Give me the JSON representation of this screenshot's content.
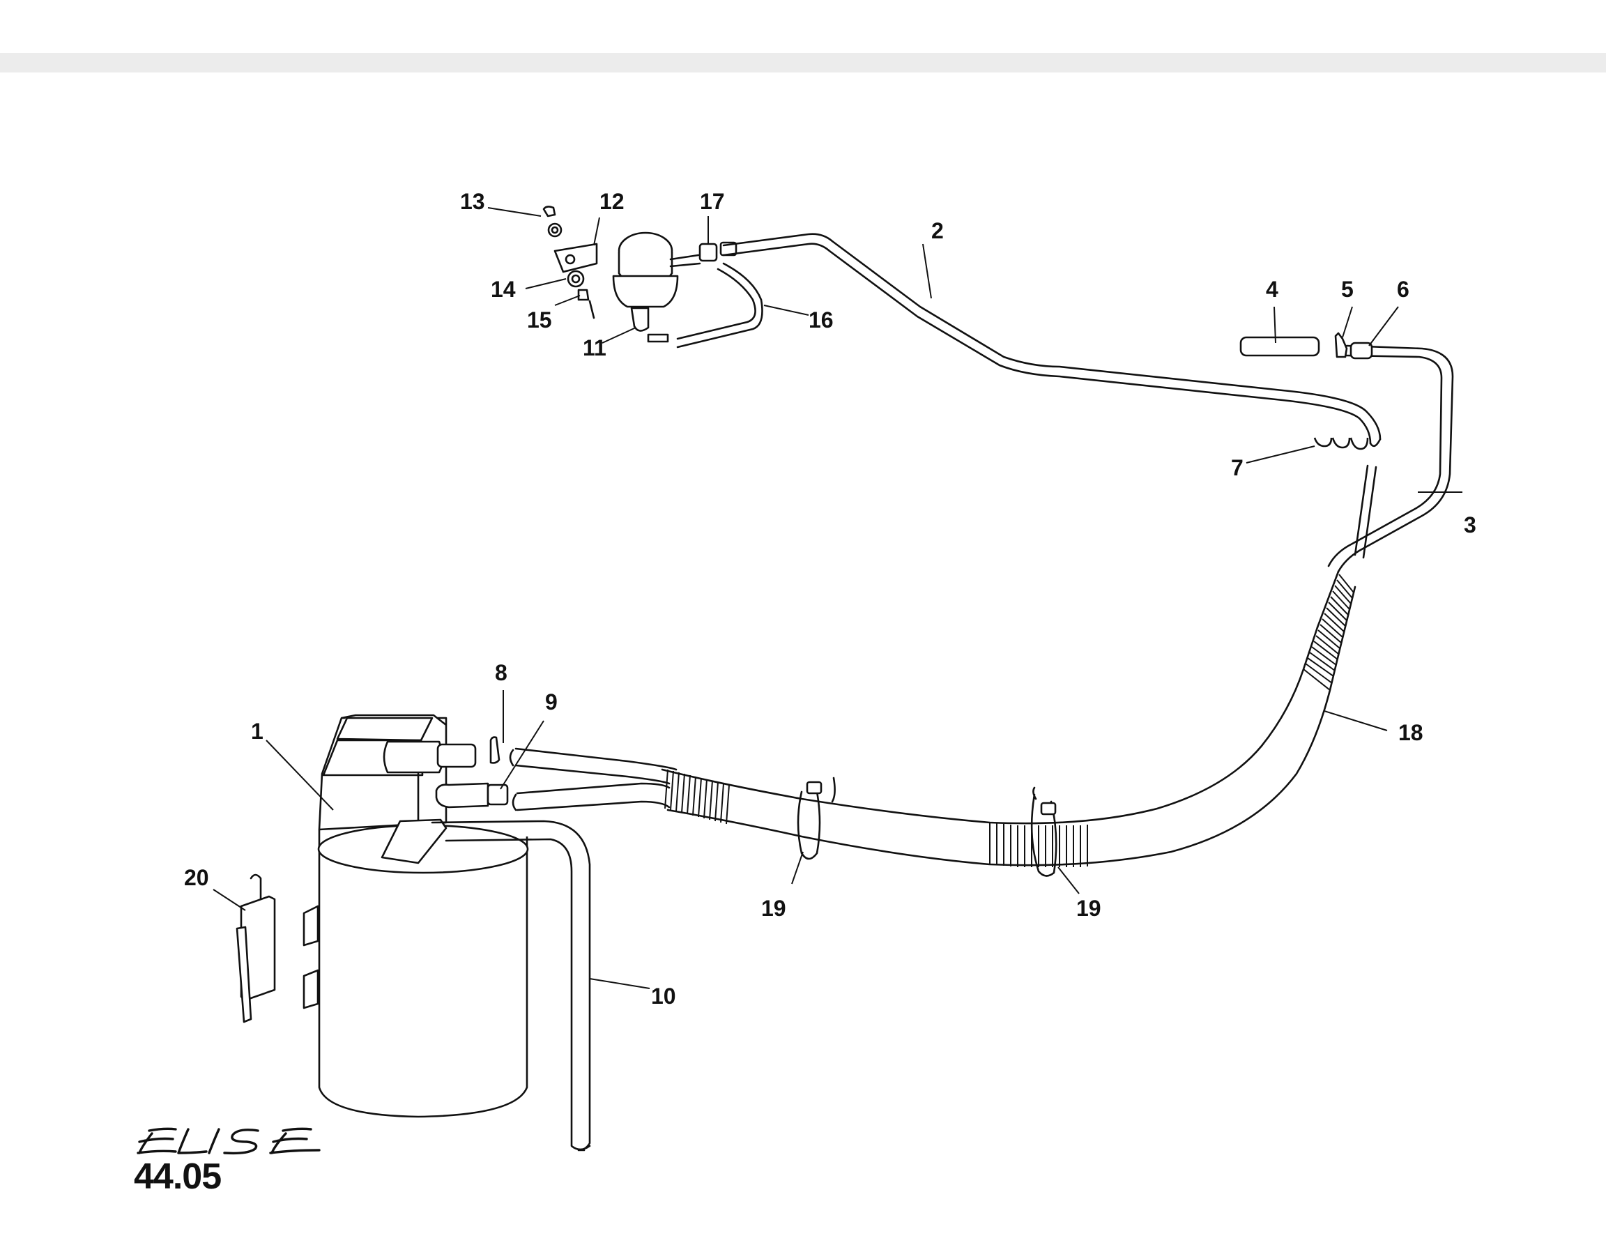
{
  "diagram": {
    "callouts": [
      {
        "id": "c1",
        "text": "1"
      },
      {
        "id": "c2",
        "text": "2"
      },
      {
        "id": "c3",
        "text": "3"
      },
      {
        "id": "c4",
        "text": "4"
      },
      {
        "id": "c5",
        "text": "5"
      },
      {
        "id": "c6",
        "text": "6"
      },
      {
        "id": "c7",
        "text": "7"
      },
      {
        "id": "c8",
        "text": "8"
      },
      {
        "id": "c9",
        "text": "9"
      },
      {
        "id": "c10",
        "text": "10"
      },
      {
        "id": "c11",
        "text": "11"
      },
      {
        "id": "c12",
        "text": "12"
      },
      {
        "id": "c13",
        "text": "13"
      },
      {
        "id": "c14",
        "text": "14"
      },
      {
        "id": "c15",
        "text": "15"
      },
      {
        "id": "c16",
        "text": "16"
      },
      {
        "id": "c17",
        "text": "17"
      },
      {
        "id": "c18",
        "text": "18"
      },
      {
        "id": "c19a",
        "text": "19"
      },
      {
        "id": "c19b",
        "text": "19"
      },
      {
        "id": "c20",
        "text": "20"
      }
    ],
    "logo_text": "ELISE",
    "page_number": "44.05"
  },
  "colors": {
    "line": "#111111",
    "background": "#ffffff",
    "band": "#ececec"
  }
}
